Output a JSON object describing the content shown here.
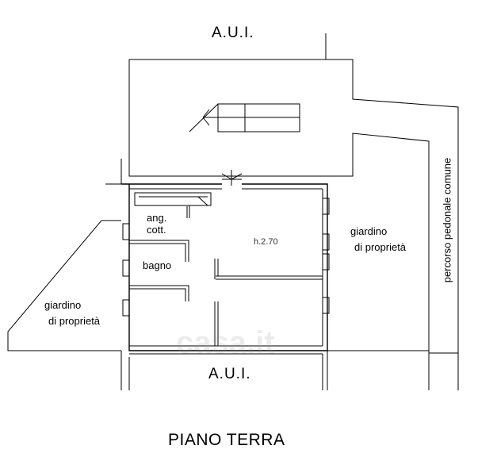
{
  "labels": {
    "aui_top": "A.U.I.",
    "aui_bottom": "A.U.I.",
    "ang_cott_line1": "ang.",
    "ang_cott_line2": "cott.",
    "bagno": "bagno",
    "height": "h.2.70",
    "giardino_right_line1": "giardino",
    "giardino_right_line2": "di proprietà",
    "giardino_left_line1": "giardino",
    "giardino_left_line2": "di proprietà",
    "percorso": "percorso pedonale comune",
    "floor_title": "PIANO TERRA",
    "watermark": "casa.it"
  },
  "colors": {
    "line": "#000000",
    "background": "#ffffff",
    "watermark": "#969696"
  }
}
